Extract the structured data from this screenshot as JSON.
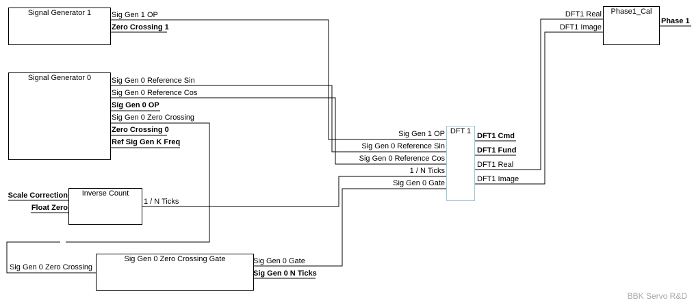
{
  "blocks": {
    "sg1": {
      "title": "Signal Generator 1",
      "outputs": [
        "Sig Gen 1 OP",
        "Zero Crossing 1"
      ]
    },
    "sg0": {
      "title": "Signal Generator 0",
      "outputs": [
        "Sig Gen 0 Reference Sin",
        "Sig Gen 0 Reference Cos",
        "Sig Gen 0 OP",
        "Sig Gen 0 Zero Crossing",
        "Zero Crossing 0",
        "Ref Sig Gen K Freq"
      ]
    },
    "inv": {
      "title": "Inverse Count",
      "inputs": [
        "Scale Correction",
        "Float Zero"
      ],
      "outputs": [
        "1 / N Ticks"
      ]
    },
    "zcg": {
      "title": "Sig Gen 0 Zero Crossing Gate",
      "inputs": [
        "Sig Gen 0 Zero Crossing"
      ],
      "outputs": [
        "Sig Gen 0 Gate",
        "Sig Gen 0 N Ticks"
      ]
    },
    "dft": {
      "title": "DFT 1",
      "inputs": [
        "Sig Gen 1 OP",
        "Sig Gen 0 Reference Sin",
        "Sig Gen 0 Reference Cos",
        "1 / N Ticks",
        "Sig Gen 0 Gate"
      ],
      "outputs": [
        "DFT1 Cmd",
        "DFT1 Fund",
        "DFT1 Real",
        "DFT1 Image"
      ]
    },
    "cal": {
      "title": "Phase1_Cal",
      "inputs": [
        "DFT1 Real",
        "DFT1 Image"
      ],
      "outputs": [
        "Phase 1"
      ]
    }
  },
  "watermark": "BBK Servo R&D"
}
